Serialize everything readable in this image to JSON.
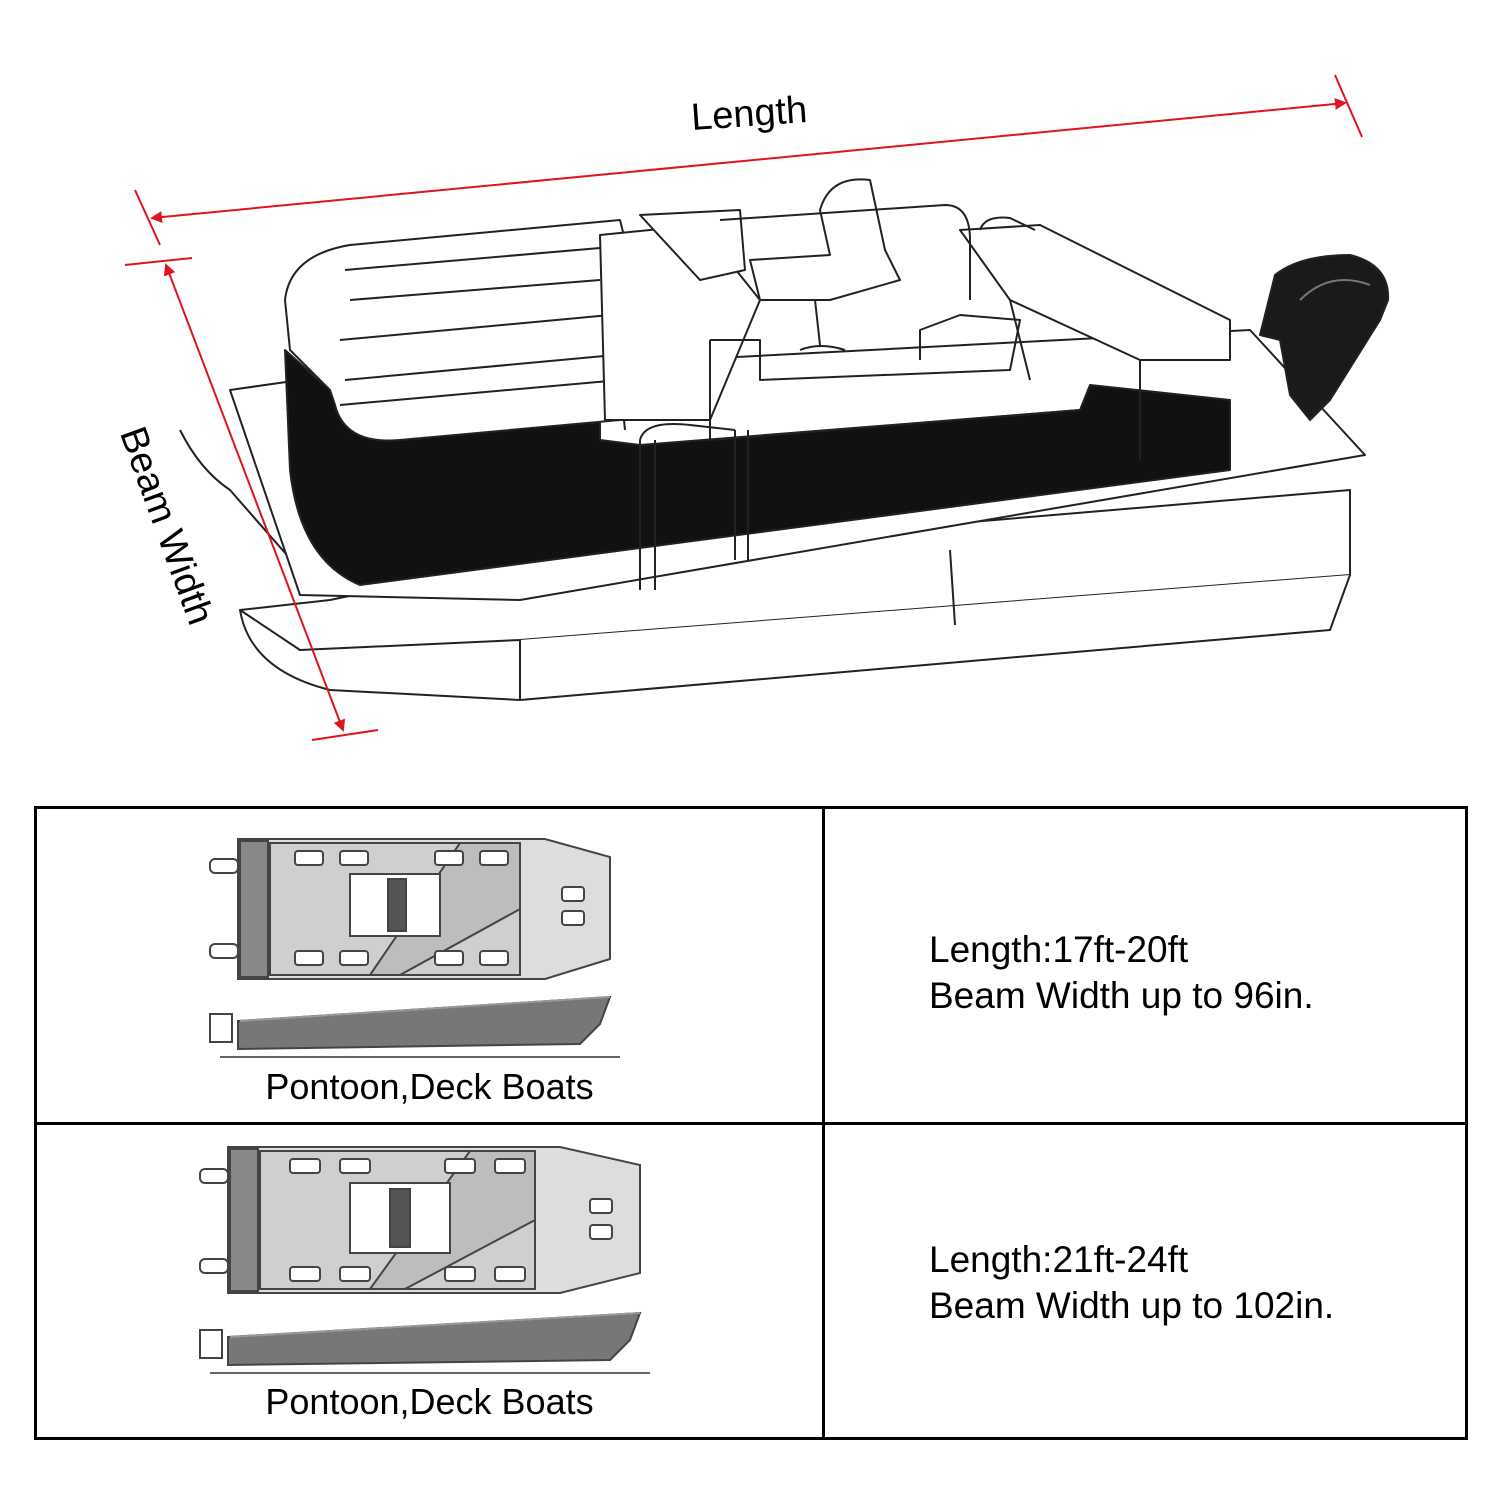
{
  "dimensions": {
    "length_label": "Length",
    "beam_label": "Beam Width",
    "arrow_color": "#e0141e"
  },
  "sizes": [
    {
      "boat_type": "Pontoon,Deck Boats",
      "length": "Length:17ft-20ft",
      "beam": "Beam Width up to 96in."
    },
    {
      "boat_type": "Pontoon,Deck Boats",
      "length": "Length:21ft-24ft",
      "beam": "Beam Width up to 102in."
    }
  ]
}
